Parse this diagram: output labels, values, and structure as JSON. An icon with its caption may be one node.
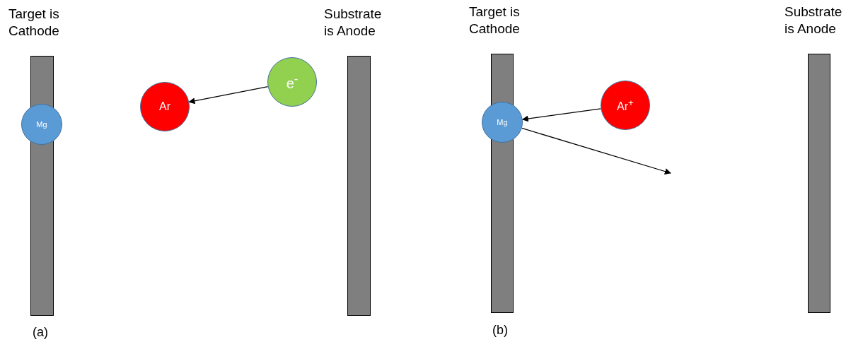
{
  "diagram": {
    "nodes": [
      {
        "text": [
          "Target is Cathode"
        ]
      },
      {
        "text": [
          "Mg"
        ]
      },
      {
        "text": [
          "Ar"
        ]
      },
      {
        "text": [
          "e$^{-}$"
        ]
      },
      {
        "text": [
          "Substrate is Anode"
        ]
      },
      {
        "text": [
          "Target is Cathode"
        ]
      },
      {
        "text": [
          "Mg"
        ]
      },
      {
        "text": [
          "Ar$^{+}$"
        ]
      },
      {
        "text": [
          "Substrate is Anode"
        ]
      }
    ],
    "edges": [
      {
        "from": 3,
        "to": 2,
        "arrow": "to"
      },
      {
        "from": 7,
        "to": 6,
        "arrow": "to"
      },
      {
        "from": 6,
        "to": null,
        "arrow": "to"
      }
    ],
    "labels": [
      "(a)",
      "(b)"
    ]
  }
}
